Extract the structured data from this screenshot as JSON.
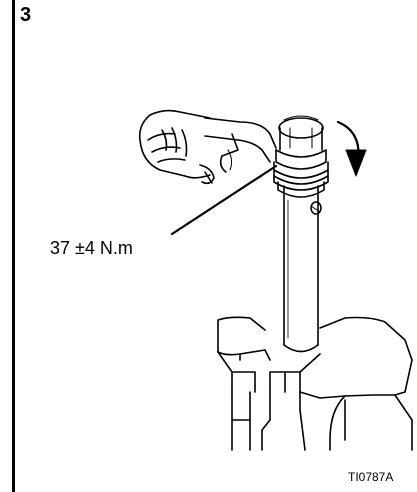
{
  "figure": {
    "step_number": "3",
    "torque_label": "37 ±4 N.m",
    "figure_code": "TI0787A"
  },
  "icons": {
    "wrench": "wrench-icon",
    "hand": "hand-icon",
    "rotation_arrow": "clockwise-arrow-icon"
  }
}
